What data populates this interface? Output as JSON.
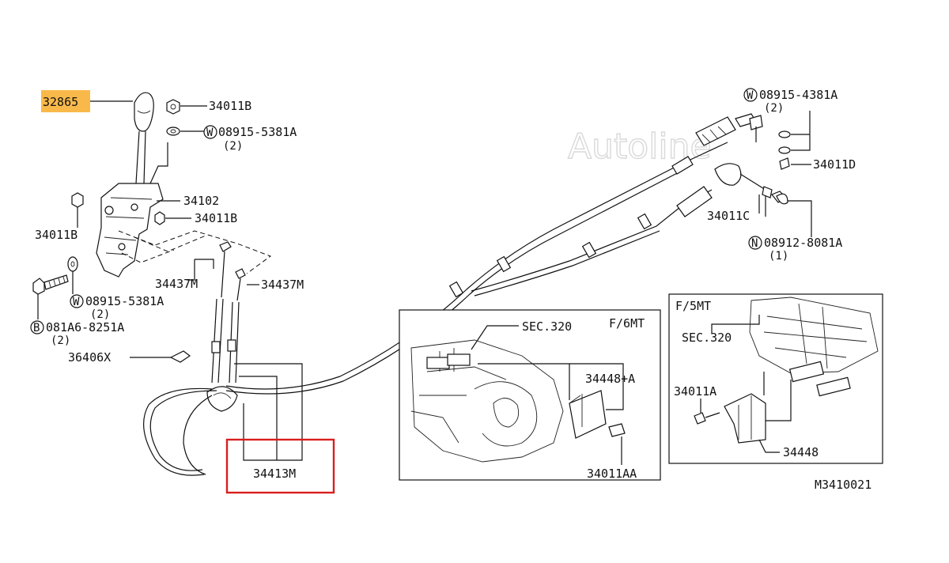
{
  "watermark": "Autoline",
  "diagram_code": "M3410021",
  "labels": {
    "p32865": "32865",
    "p34011B_top": "34011B",
    "w1": "W",
    "w1_part": "08915-5381A",
    "w1_qty": "(2)",
    "p34102": "34102",
    "p34011B_left": "34011B",
    "p34011B_mid": "34011B",
    "p34437M_a": "34437M",
    "p34437M_b": "34437M",
    "w2": "W",
    "w2_part": "08915-5381A",
    "w2_qty": "(2)",
    "b1": "B",
    "b1_part": "081A6-8251A",
    "b1_qty": "(2)",
    "p36406X": "36406X",
    "p34413M": "34413M",
    "w3": "W",
    "w3_part": "08915-4381A",
    "w3_qty": "(2)",
    "p34011D": "34011D",
    "p34011C": "34011C",
    "n1": "N",
    "n1_part": "08912-8081A",
    "n1_qty": "(1)"
  },
  "inset_6mt": {
    "title": "F/6MT",
    "sec": "SEC.320",
    "p34448A": "34448+A",
    "p34011AA": "34011AA"
  },
  "inset_5mt": {
    "title": "F/5MT",
    "sec": "SEC.320",
    "p34011A": "34011A",
    "p34448": "34448"
  },
  "colors": {
    "highlight": "#f9b94a",
    "callout_box": "#d91e1e"
  }
}
